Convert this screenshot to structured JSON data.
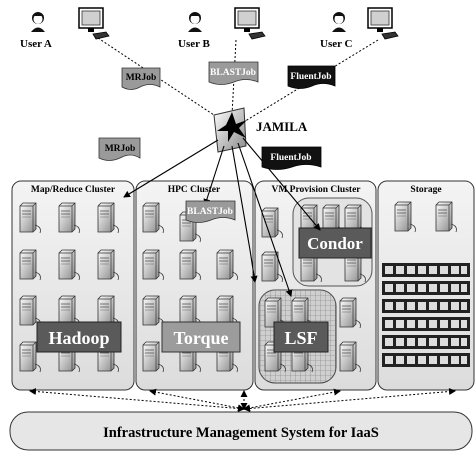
{
  "users": [
    {
      "label": "User A"
    },
    {
      "label": "User B"
    },
    {
      "label": "User C"
    }
  ],
  "jobs": {
    "user_a_job": "MRJob",
    "user_b_job": "BLASTJob",
    "user_c_job": "FluentJob",
    "to_mapreduce": "MRJob",
    "to_vm": "FluentJob",
    "in_hpc": "BLASTJob"
  },
  "scheduler": {
    "label": "JAMILA"
  },
  "clusters": [
    {
      "title": "Map/Reduce Cluster",
      "system": "Hadoop"
    },
    {
      "title": "HPC Cluster",
      "system": "Torque"
    },
    {
      "title": "VM Provision Cluster",
      "system": "LSF",
      "system2": "Condor"
    },
    {
      "title": "Storage"
    }
  ],
  "footer": {
    "label": "Infrastructure Management System for IaaS"
  },
  "colors": {
    "panel_fill": "#ededed",
    "flag_dark": "#111111",
    "flag_light": "#9a9a9a",
    "system_box": "#5a5a5a",
    "torque_box": "#9c9c9c"
  }
}
